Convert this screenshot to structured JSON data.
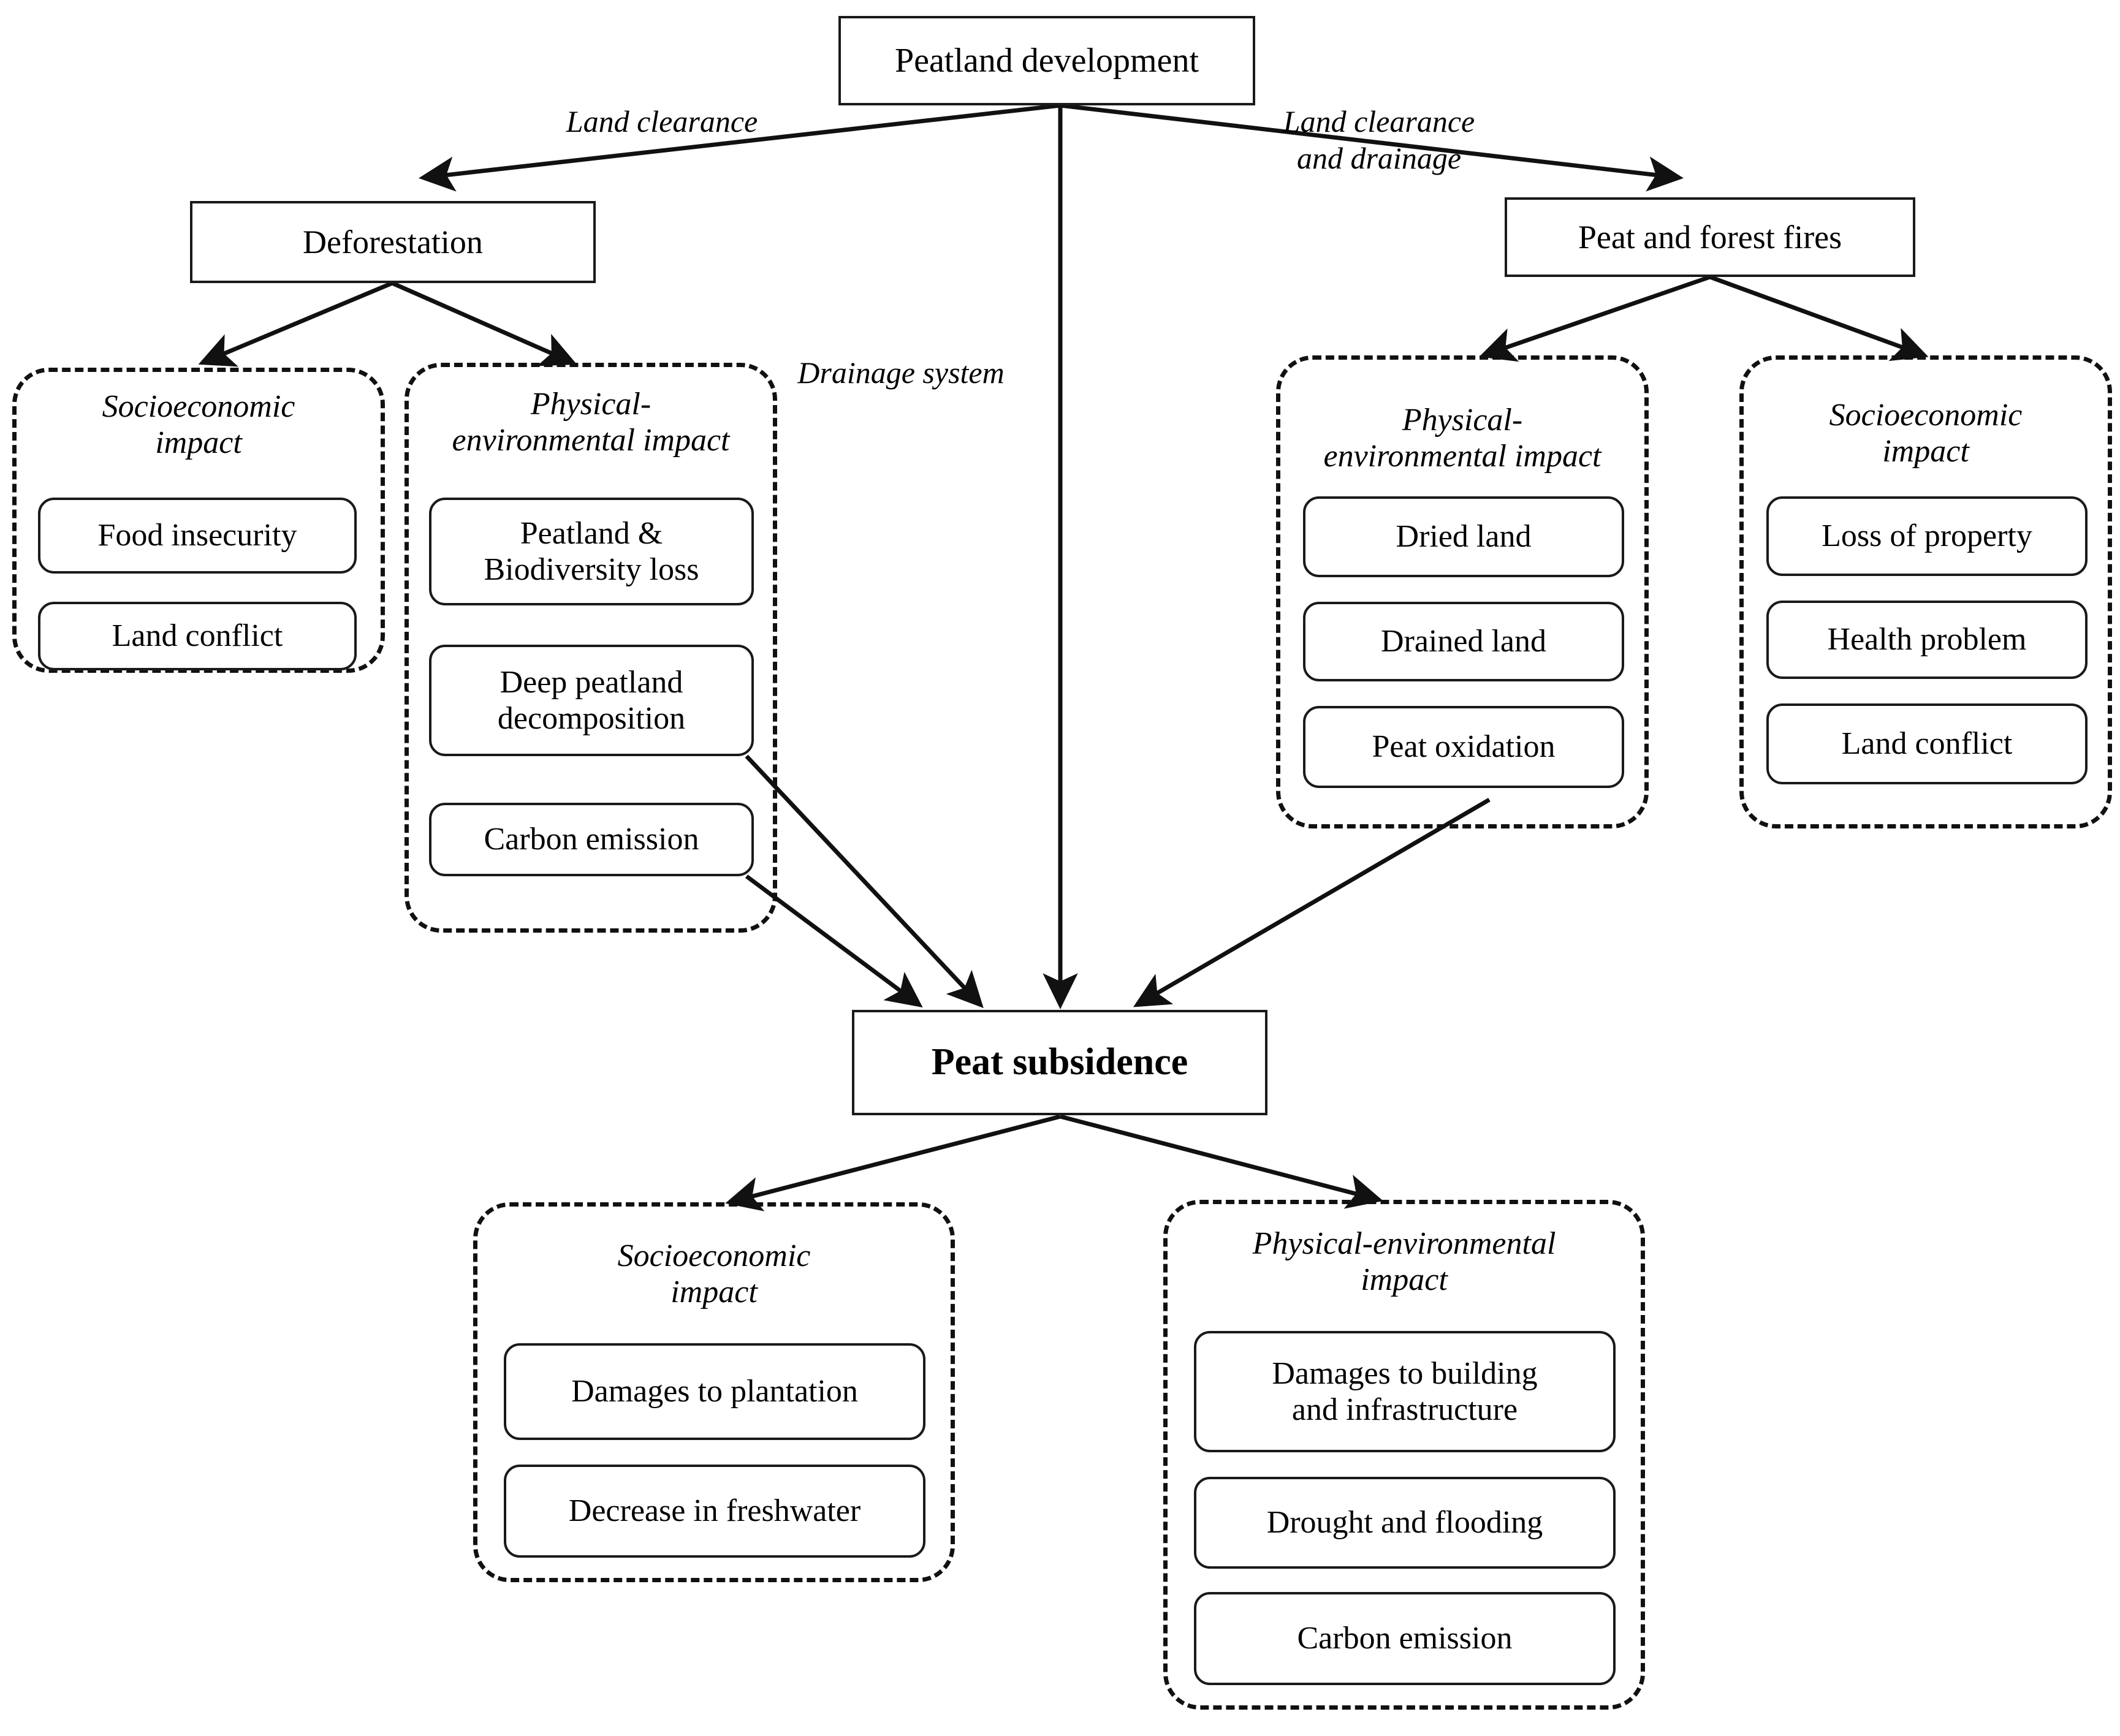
{
  "diagram": {
    "title": "Peatland development impact pathway",
    "root": {
      "label": "Peatland development"
    },
    "edge_labels": {
      "left": "Land clearance",
      "right": "Land clearance\nand drainage",
      "center": "Drainage system"
    },
    "level2": {
      "left": {
        "label": "Deforestation"
      },
      "right": {
        "label": "Peat and forest fires"
      }
    },
    "groups": [
      {
        "id": "deforestation-socioeconomic",
        "title": "Socioeconomic\nimpact",
        "items": [
          "Food insecurity",
          "Land conflict"
        ]
      },
      {
        "id": "deforestation-physical",
        "title": "Physical-\nenvironmental impact",
        "items": [
          "Peatland &\nBiodiversity loss",
          "Deep peatland\ndecomposition",
          "Carbon emission"
        ]
      },
      {
        "id": "fires-physical",
        "title": "Physical-\nenvironmental impact",
        "items": [
          "Dried land",
          "Drained land",
          "Peat oxidation"
        ]
      },
      {
        "id": "fires-socioeconomic",
        "title": "Socioeconomic\nimpact",
        "items": [
          "Loss of property",
          "Health problem",
          "Land conflict"
        ]
      },
      {
        "id": "subsidence-socioeconomic",
        "title": "Socioeconomic\nimpact",
        "items": [
          "Damages to plantation",
          "Decrease in freshwater"
        ]
      },
      {
        "id": "subsidence-physical",
        "title": "Physical-environmental\nimpact",
        "items": [
          "Damages to building\nand infrastructure",
          "Drought and flooding",
          "Carbon emission"
        ]
      }
    ],
    "outcome": {
      "label": "Peat subsidence"
    },
    "colors": {
      "stroke": "#111111",
      "background": "#ffffff",
      "text": "#000000"
    }
  }
}
